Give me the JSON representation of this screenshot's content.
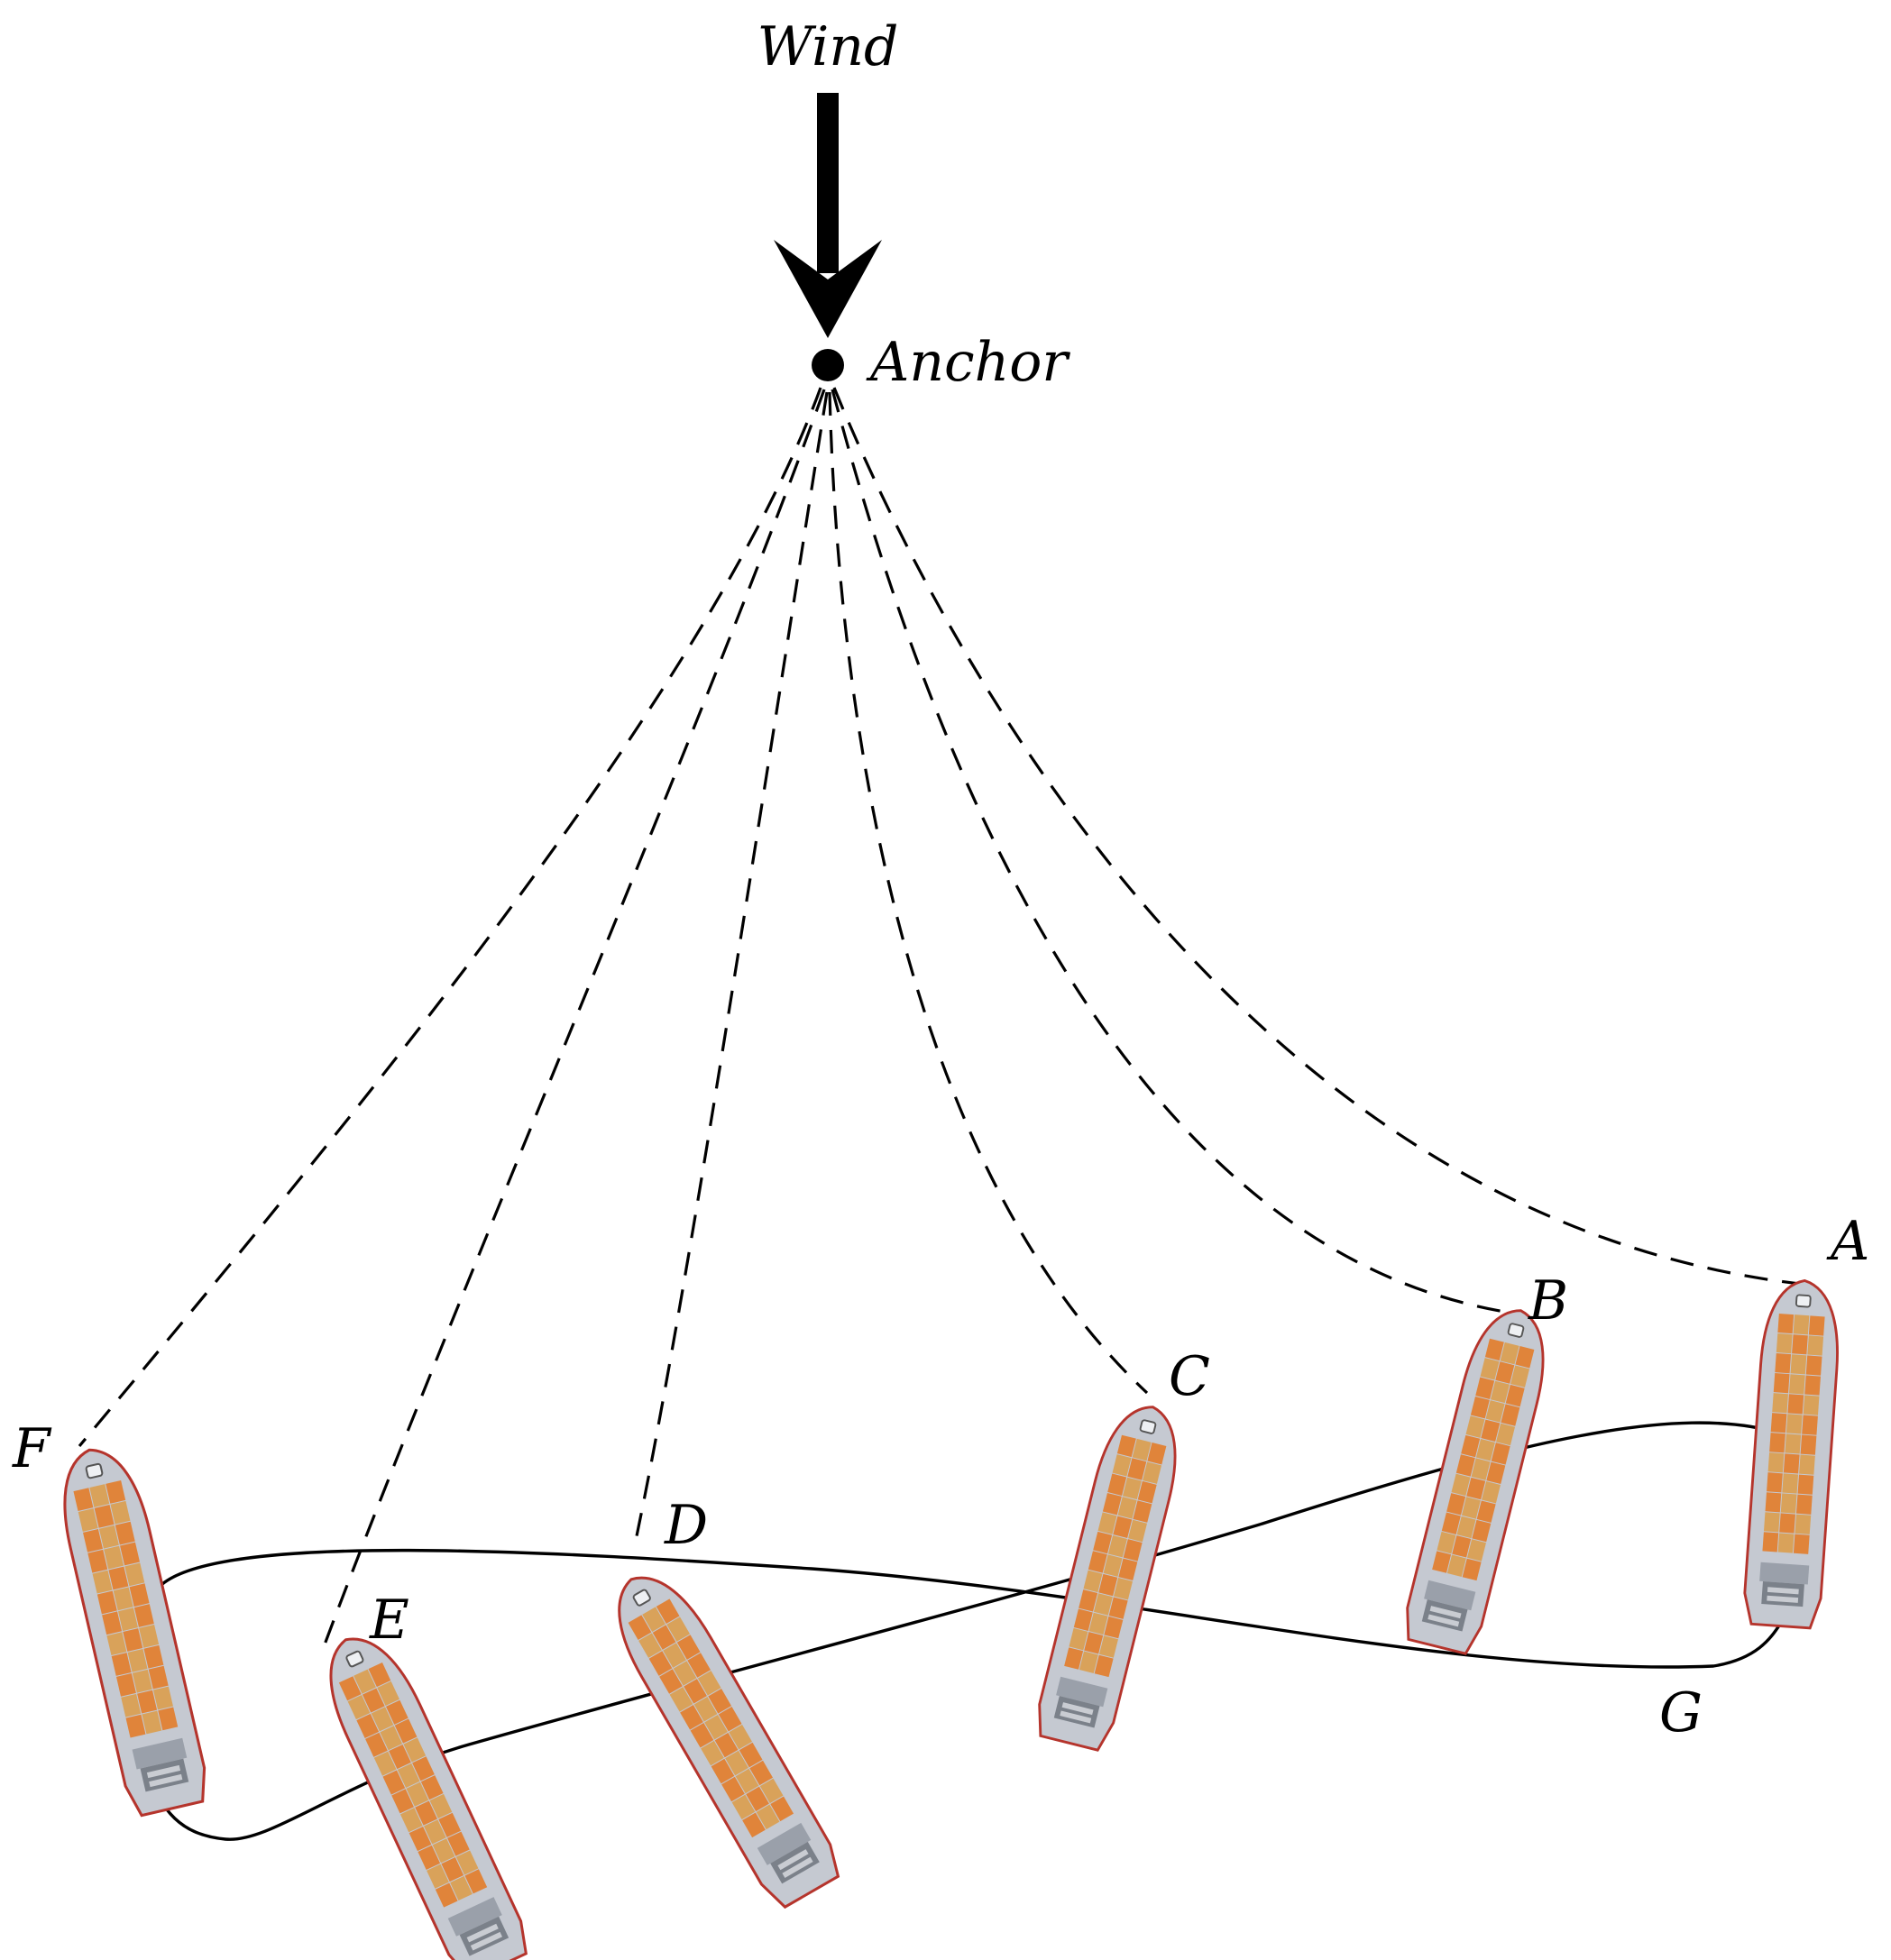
{
  "labels": {
    "wind": "Wind",
    "anchor": "Anchor",
    "ship_a": "A",
    "ship_b": "B",
    "ship_c": "C",
    "ship_d": "D",
    "ship_e": "E",
    "ship_f": "F",
    "path": "G"
  },
  "colors": {
    "hull_outline": "#b5342c",
    "hull": "#c5c9d1",
    "container_palette": [
      "#e0843a",
      "#c0433a",
      "#6f86a8",
      "#d9a25a",
      "#a8323a",
      "#8796b0"
    ]
  },
  "icons": {
    "wind_arrow": "arrow-down-icon",
    "anchor_point": "dot-icon",
    "ship": "container-ship-icon"
  }
}
